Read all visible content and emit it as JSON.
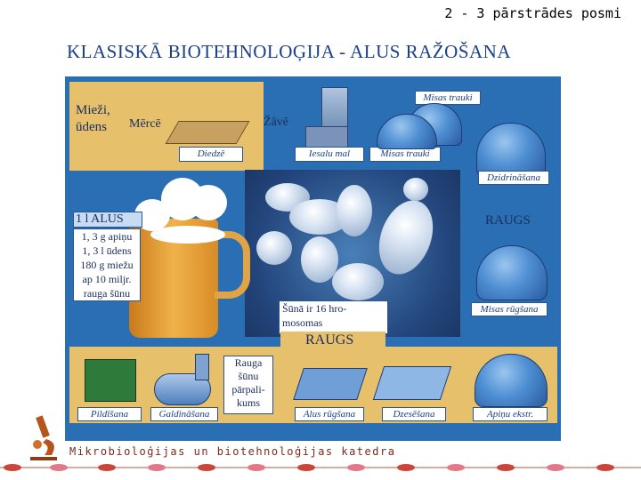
{
  "slide": {
    "header": "2 - 3 pārstrādes posmi",
    "footer": "Mikrobioloģijas un biotehnoloģijas katedra"
  },
  "poster": {
    "title": "KLASISKĀ BIOTEHNOLOĢIJA  -  ALUS RAŽOŠANA",
    "ingredients_line1": "Mieži,",
    "ingredients_line2": "ūdens",
    "labels": {
      "merce": "Mērcē",
      "zave": "Žāvē",
      "diedze": "Diedzē",
      "iesalu_mal": "Iesalu mal",
      "misas_trauki_top": "Misas trauki",
      "misas_trauki": "Misas trauki",
      "dzidrinasana": "Dzidrināšana",
      "raugs_right": "RAUGS",
      "misas_rugsana": "Misas rūgšana",
      "raugs_bottom": "RAUGS",
      "pildisana": "Pildīšana",
      "galdinasana": "Galdināšana",
      "alus_rugsana": "Alus rūgšana",
      "dzesesana": "Dzesēšana",
      "apinu_ekstr": "Apiņu ekstr."
    },
    "recipe": {
      "title": "1 l ALUS",
      "lines": [
        "1, 3 g apiņu",
        "1, 3 l ūdens",
        "180 g miežu",
        "ap 10 miljr.",
        "rauga šūnu"
      ]
    },
    "cell_note": [
      "Šūnā ir 16 hro-",
      "mosomas"
    ],
    "yeast_residue": [
      "Rauga",
      "šūnu",
      "pārpali-",
      "kums"
    ]
  },
  "colors": {
    "poster_blue": "#2a6fb4",
    "title_blue": "#1b3f86",
    "panel_gold": "#e7c06b",
    "footer_brown": "#7a2a1a"
  },
  "icons": [
    "microscope-logo-icon"
  ]
}
